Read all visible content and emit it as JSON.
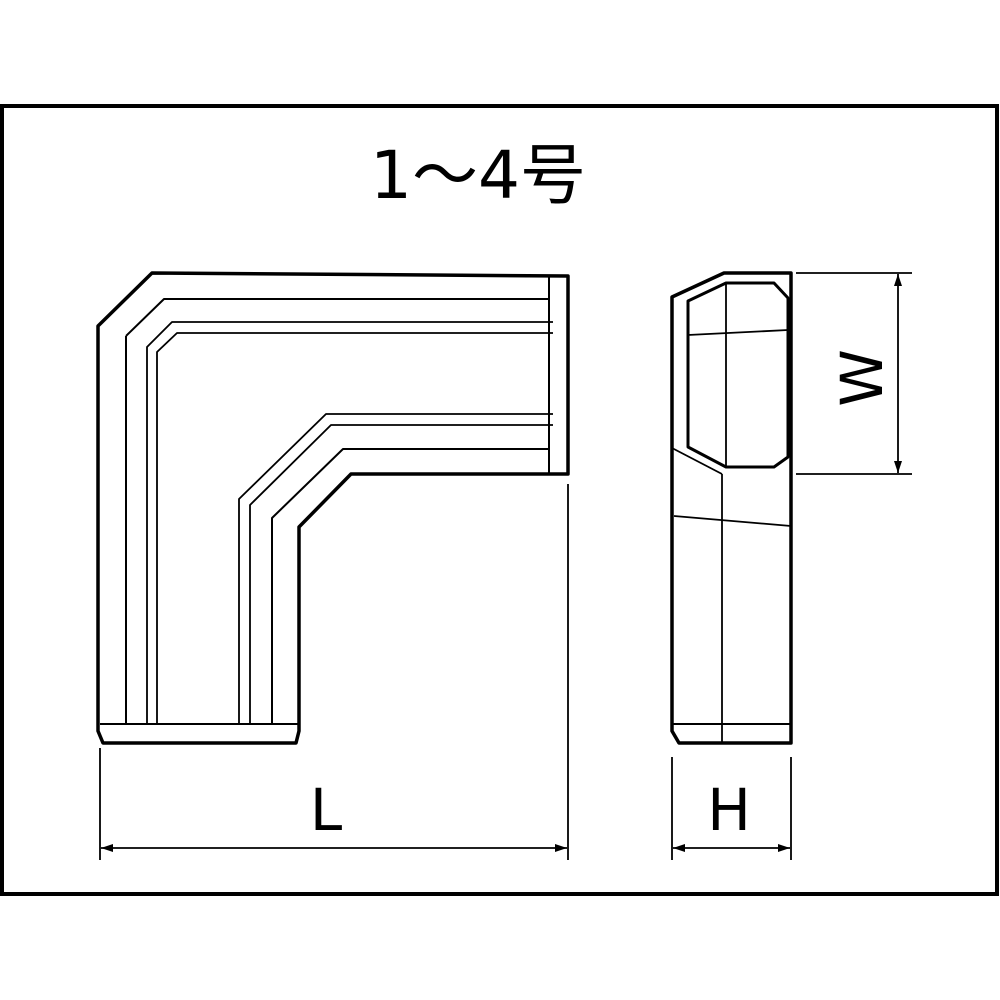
{
  "diagram": {
    "title": "1～4号",
    "dimension_labels": {
      "length": "L",
      "width": "W",
      "height": "H"
    }
  }
}
